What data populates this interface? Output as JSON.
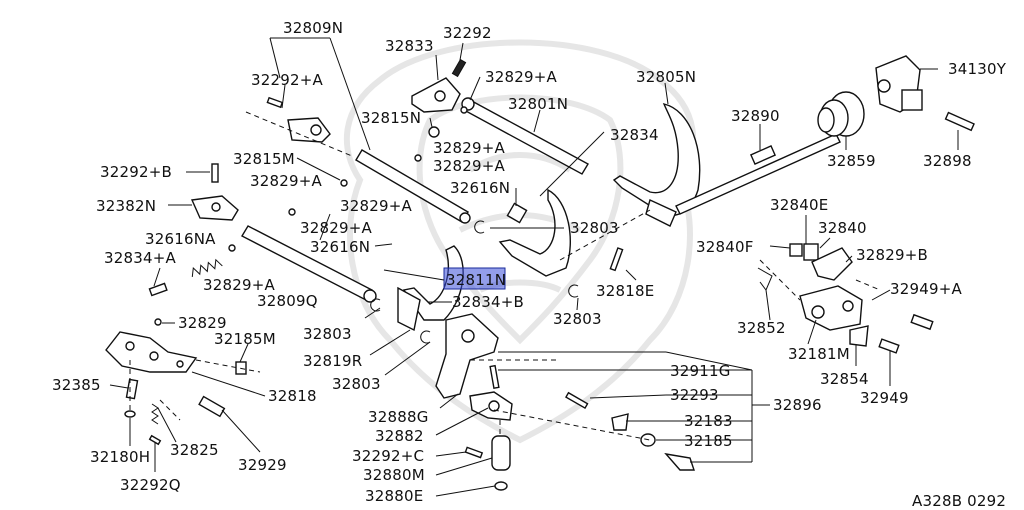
{
  "diagram_id": "A328B 0292",
  "highlighted_part": "32811N",
  "colors": {
    "highlight": "#3b4fd8",
    "line": "#111111"
  },
  "labels": {
    "p32809N": "32809N",
    "p32292": "32292",
    "p32833": "32833",
    "p32829A_1": "32829+A",
    "p32805N": "32805N",
    "p34130Y": "34130Y",
    "p32292A": "32292+A",
    "p32801N": "32801N",
    "p32890": "32890",
    "p32815N": "32815N",
    "p32834": "32834",
    "p32829A_2": "32829+A",
    "p32829A_3": "32829+A",
    "p32859": "32859",
    "p32898": "32898",
    "p32292B": "32292+B",
    "p32815M": "32815M",
    "p32616N_1": "32616N",
    "p32829A_4": "32829+A",
    "p32382N": "32382N",
    "p32829A_5": "32829+A",
    "p32840E": "32840E",
    "p32829A_6": "32829+A",
    "p32803_1": "32803",
    "p32840": "32840",
    "p32616NA": "32616NA",
    "p32616N_2": "32616N",
    "p32840F": "32840F",
    "p32829B": "32829+B",
    "p32834A": "32834+A",
    "p32811N": "32811N",
    "p32829A_7": "32829+A",
    "p32818E": "32818E",
    "p32949A": "32949+A",
    "p32809Q": "32809Q",
    "p32834B": "32834+B",
    "p32803_2": "32803",
    "p32852": "32852",
    "p32829": "32829",
    "p32803_3": "32803",
    "p32185M": "32185M",
    "p32819R": "32819R",
    "p32181M": "32181M",
    "p32911G": "32911G",
    "p32803_4": "32803",
    "p32854": "32854",
    "p32385": "32385",
    "p32818": "32818",
    "p32293": "32293",
    "p32896": "32896",
    "p32949": "32949",
    "p32888G": "32888G",
    "p32183": "32183",
    "p32882": "32882",
    "p32825": "32825",
    "p32185": "32185",
    "p32180H": "32180H",
    "p32929": "32929",
    "p32292C": "32292+C",
    "p32880M": "32880M",
    "p32292Q": "32292Q",
    "p32880E": "32880E"
  }
}
